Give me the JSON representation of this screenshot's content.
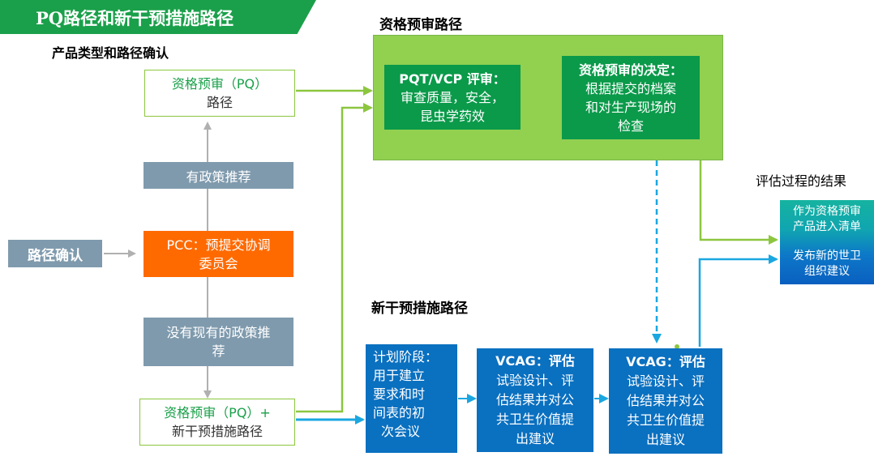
{
  "banner": {
    "title": "PQ路径和新干预措施路径",
    "color": "#1aa04a"
  },
  "left_section": {
    "heading": "产品类型和路径确认",
    "pq_box": {
      "line1": "资格预审（PQ）",
      "line2": "路径"
    },
    "policy_recommended": "有政策推荐",
    "route_confirm": "路径确认",
    "pcc": {
      "line1": "PCC：预提交协调",
      "line2": "委员会"
    },
    "no_policy": {
      "line1": "没有现有的政策推",
      "line2": "荐"
    },
    "pq_plus": {
      "line1": "资格预审（PQ）+",
      "line2": "新干预措施路径"
    }
  },
  "pq_pathway": {
    "heading": "资格预审路径",
    "review": {
      "line1": "PQT/VCP 评审：",
      "line2": "审查质量，安全，",
      "line3": "昆虫学药效"
    },
    "decision": {
      "line1": "资格预审的决定：",
      "line2": "根据提交的档案",
      "line3": "和对生产现场的",
      "line4": "检查"
    }
  },
  "new_pathway": {
    "heading": "新干预措施路径",
    "planning": {
      "line1": "计划阶段：",
      "line2": "用于建立",
      "line3": "要求和时",
      "line4": "间表的初",
      "line5": "次会议"
    },
    "vcag1": {
      "line1": "VCAG：评估",
      "line2": "试验设计、评",
      "line3": "估结果并对公",
      "line4": "共卫生价值提",
      "line5": "出建议"
    },
    "vcag2": {
      "line1": "VCAG：评估",
      "line2": "试验设计、评",
      "line3": "估结果并对公",
      "line4": "共卫生价值提",
      "line5": "出建议"
    }
  },
  "outcomes": {
    "heading": "评估过程的结果",
    "listed": {
      "line1": "作为资格预审",
      "line2": "产品进入清单"
    },
    "who_rec": {
      "line1": "发布新的世卫",
      "line2": "组织建议"
    }
  },
  "colors": {
    "green_outline": "#8cc63f",
    "green_fill": "#92d050",
    "dark_green": "#0a9a4a",
    "steel": "#7f9aad",
    "orange": "#ff6a00",
    "blue": "#0a70c0",
    "cyan_arrow": "#1aa7e0",
    "gray_arrow": "#b0b0b0"
  }
}
